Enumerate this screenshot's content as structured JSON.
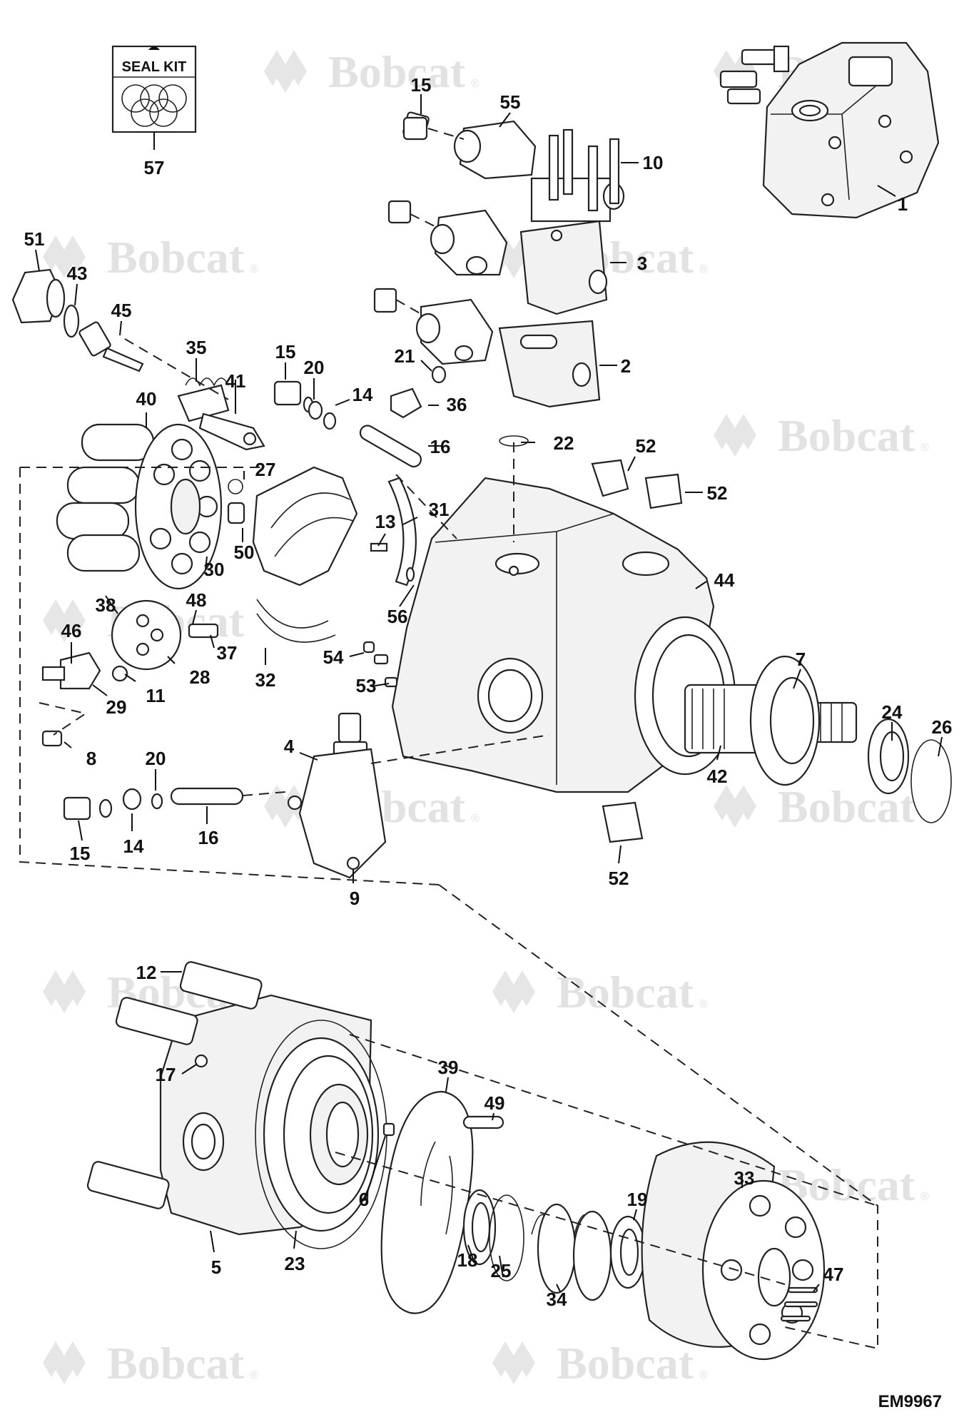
{
  "watermark": {
    "brand": "Bobcat",
    "reg": "®"
  },
  "seal_kit": {
    "label": "SEAL KIT",
    "callout": "57"
  },
  "figure_ref": "EM9967",
  "callouts": [
    {
      "id": "c15a",
      "text": "15"
    },
    {
      "id": "c55",
      "text": "55"
    },
    {
      "id": "c10",
      "text": "10"
    },
    {
      "id": "c1",
      "text": "1"
    },
    {
      "id": "c51",
      "text": "51"
    },
    {
      "id": "c43",
      "text": "43"
    },
    {
      "id": "c45",
      "text": "45"
    },
    {
      "id": "c3",
      "text": "3"
    },
    {
      "id": "c35",
      "text": "35"
    },
    {
      "id": "c15b",
      "text": "15"
    },
    {
      "id": "c20a",
      "text": "20"
    },
    {
      "id": "c21",
      "text": "21"
    },
    {
      "id": "c2",
      "text": "2"
    },
    {
      "id": "c14a",
      "text": "14"
    },
    {
      "id": "c36",
      "text": "36"
    },
    {
      "id": "c41",
      "text": "41"
    },
    {
      "id": "c40",
      "text": "40"
    },
    {
      "id": "c16a",
      "text": "16"
    },
    {
      "id": "c22",
      "text": "22"
    },
    {
      "id": "c52a",
      "text": "52"
    },
    {
      "id": "c27",
      "text": "27"
    },
    {
      "id": "c52b",
      "text": "52"
    },
    {
      "id": "c31",
      "text": "31"
    },
    {
      "id": "c13",
      "text": "13"
    },
    {
      "id": "c50",
      "text": "50"
    },
    {
      "id": "c30",
      "text": "30"
    },
    {
      "id": "c44",
      "text": "44"
    },
    {
      "id": "c38",
      "text": "38"
    },
    {
      "id": "c48",
      "text": "48"
    },
    {
      "id": "c56",
      "text": "56"
    },
    {
      "id": "c46",
      "text": "46"
    },
    {
      "id": "c37",
      "text": "37"
    },
    {
      "id": "c54",
      "text": "54"
    },
    {
      "id": "c7",
      "text": "7"
    },
    {
      "id": "c28",
      "text": "28"
    },
    {
      "id": "c32",
      "text": "32"
    },
    {
      "id": "c53",
      "text": "53"
    },
    {
      "id": "c11",
      "text": "11"
    },
    {
      "id": "c29",
      "text": "29"
    },
    {
      "id": "c24",
      "text": "24"
    },
    {
      "id": "c26",
      "text": "26"
    },
    {
      "id": "c8",
      "text": "8"
    },
    {
      "id": "c4",
      "text": "4"
    },
    {
      "id": "c20b",
      "text": "20"
    },
    {
      "id": "c42",
      "text": "42"
    },
    {
      "id": "c14b",
      "text": "14"
    },
    {
      "id": "c16b",
      "text": "16"
    },
    {
      "id": "c15c",
      "text": "15"
    },
    {
      "id": "c52c",
      "text": "52"
    },
    {
      "id": "c9",
      "text": "9"
    },
    {
      "id": "c12",
      "text": "12"
    },
    {
      "id": "c17",
      "text": "17"
    },
    {
      "id": "c39",
      "text": "39"
    },
    {
      "id": "c49",
      "text": "49"
    },
    {
      "id": "c33",
      "text": "33"
    },
    {
      "id": "c19",
      "text": "19"
    },
    {
      "id": "c6",
      "text": "6"
    },
    {
      "id": "c47",
      "text": "47"
    },
    {
      "id": "c5",
      "text": "5"
    },
    {
      "id": "c23",
      "text": "23"
    },
    {
      "id": "c18",
      "text": "18"
    },
    {
      "id": "c25",
      "text": "25"
    },
    {
      "id": "c34",
      "text": "34"
    }
  ]
}
